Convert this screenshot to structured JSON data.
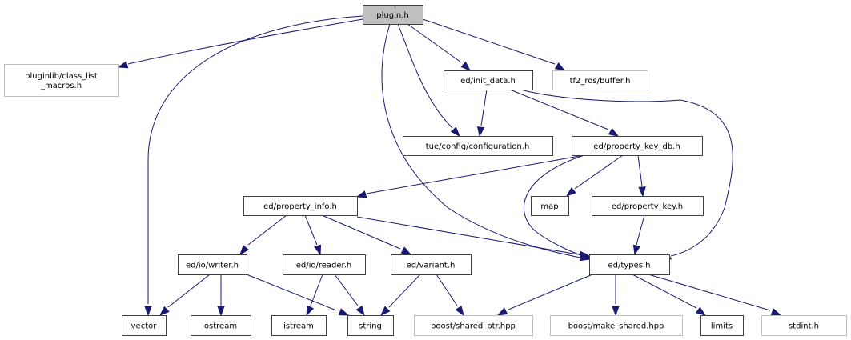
{
  "title": "plugin.h",
  "colors": {
    "edge": "#191970",
    "root_fill": "#bfbfbf",
    "root_border": "#404040",
    "documented_border": "#404040",
    "external_border": "#bfbfbf",
    "node_fill": "#ffffff"
  },
  "nodes": [
    {
      "id": "plugin",
      "lines": [
        "plugin.h"
      ],
      "kind": "root"
    },
    {
      "id": "classlist",
      "lines": [
        "pluginlib/class_list",
        "_macros.h"
      ],
      "kind": "external"
    },
    {
      "id": "initdata",
      "lines": [
        "ed/init_data.h"
      ],
      "kind": "documented"
    },
    {
      "id": "tf2buffer",
      "lines": [
        "tf2_ros/buffer.h"
      ],
      "kind": "external"
    },
    {
      "id": "config",
      "lines": [
        "tue/config/configuration.h"
      ],
      "kind": "documented"
    },
    {
      "id": "propkeydb",
      "lines": [
        "ed/property_key_db.h"
      ],
      "kind": "documented"
    },
    {
      "id": "propinfo",
      "lines": [
        "ed/property_info.h"
      ],
      "kind": "documented"
    },
    {
      "id": "map",
      "lines": [
        "map"
      ],
      "kind": "documented"
    },
    {
      "id": "propkey",
      "lines": [
        "ed/property_key.h"
      ],
      "kind": "documented"
    },
    {
      "id": "writer",
      "lines": [
        "ed/io/writer.h"
      ],
      "kind": "documented"
    },
    {
      "id": "reader",
      "lines": [
        "ed/io/reader.h"
      ],
      "kind": "documented"
    },
    {
      "id": "variant",
      "lines": [
        "ed/variant.h"
      ],
      "kind": "documented"
    },
    {
      "id": "types",
      "lines": [
        "ed/types.h"
      ],
      "kind": "documented"
    },
    {
      "id": "vector",
      "lines": [
        "vector"
      ],
      "kind": "documented"
    },
    {
      "id": "ostream",
      "lines": [
        "ostream"
      ],
      "kind": "documented"
    },
    {
      "id": "istream",
      "lines": [
        "istream"
      ],
      "kind": "documented"
    },
    {
      "id": "string",
      "lines": [
        "string"
      ],
      "kind": "documented"
    },
    {
      "id": "sharedptr",
      "lines": [
        "boost/shared_ptr.hpp"
      ],
      "kind": "external"
    },
    {
      "id": "makeshared",
      "lines": [
        "boost/make_shared.hpp"
      ],
      "kind": "external"
    },
    {
      "id": "limits",
      "lines": [
        "limits"
      ],
      "kind": "documented"
    },
    {
      "id": "stdint",
      "lines": [
        "stdint.h"
      ],
      "kind": "external"
    }
  ],
  "edges": [
    {
      "from": "plugin",
      "to": "classlist"
    },
    {
      "from": "plugin",
      "to": "vector"
    },
    {
      "from": "plugin",
      "to": "types"
    },
    {
      "from": "plugin",
      "to": "config"
    },
    {
      "from": "plugin",
      "to": "initdata"
    },
    {
      "from": "plugin",
      "to": "tf2buffer"
    },
    {
      "from": "initdata",
      "to": "config"
    },
    {
      "from": "initdata",
      "to": "propkeydb"
    },
    {
      "from": "initdata",
      "to": "types"
    },
    {
      "from": "propkeydb",
      "to": "propinfo"
    },
    {
      "from": "propkeydb",
      "to": "types"
    },
    {
      "from": "propkeydb",
      "to": "map"
    },
    {
      "from": "propkeydb",
      "to": "propkey"
    },
    {
      "from": "propinfo",
      "to": "writer"
    },
    {
      "from": "propinfo",
      "to": "reader"
    },
    {
      "from": "propinfo",
      "to": "variant"
    },
    {
      "from": "propinfo",
      "to": "types"
    },
    {
      "from": "propkey",
      "to": "types"
    },
    {
      "from": "writer",
      "to": "vector"
    },
    {
      "from": "writer",
      "to": "ostream"
    },
    {
      "from": "writer",
      "to": "string"
    },
    {
      "from": "reader",
      "to": "istream"
    },
    {
      "from": "reader",
      "to": "string"
    },
    {
      "from": "variant",
      "to": "string"
    },
    {
      "from": "variant",
      "to": "sharedptr"
    },
    {
      "from": "types",
      "to": "sharedptr"
    },
    {
      "from": "types",
      "to": "makeshared"
    },
    {
      "from": "types",
      "to": "limits"
    },
    {
      "from": "types",
      "to": "stdint"
    }
  ]
}
